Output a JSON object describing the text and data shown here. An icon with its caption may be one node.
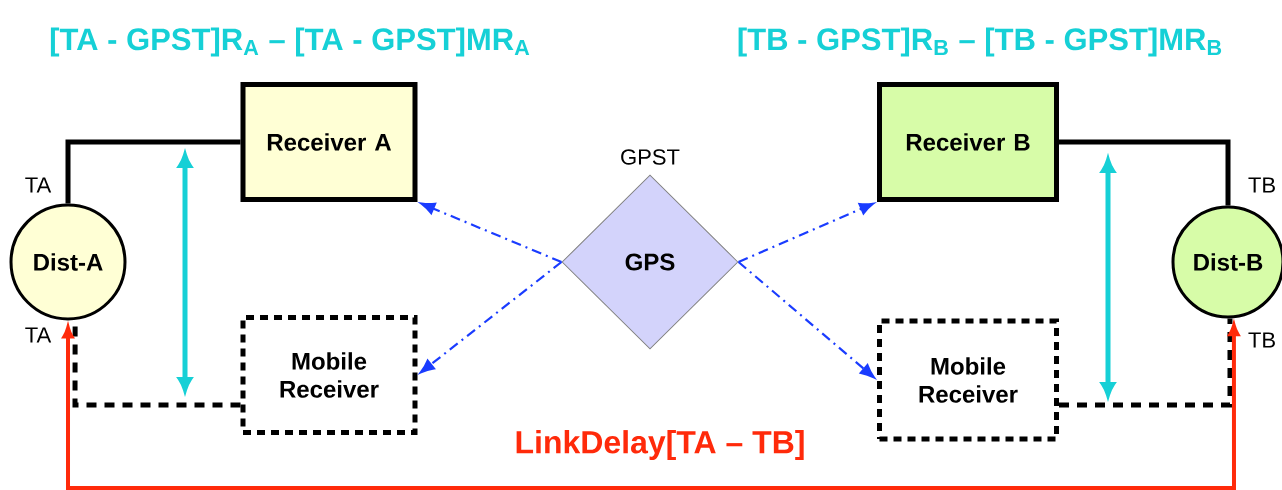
{
  "diagram": {
    "nodes": [
      {
        "text": [
          "Receiver A"
        ]
      },
      {
        "text": [
          "Receiver B"
        ]
      },
      {
        "text": [
          "GPS"
        ],
        "beside": [
          "GPST"
        ]
      },
      {
        "text": [
          "Dist-A"
        ],
        "beside": [
          "TA",
          "TA"
        ]
      },
      {
        "text": [
          "Dist-B"
        ],
        "beside": [
          "TB",
          "TB"
        ]
      },
      {
        "text": [
          "Mobile Receiver"
        ]
      },
      {
        "text": [
          "Mobile Receiver"
        ]
      }
    ],
    "edges": [
      {
        "from": 2,
        "to": 0,
        "arrow": "to",
        "style": "dashed",
        "color": "#1a3cff"
      },
      {
        "from": 2,
        "to": 5,
        "arrow": "to",
        "style": "dashed",
        "color": "#1a3cff"
      },
      {
        "from": 2,
        "to": 1,
        "arrow": "to",
        "style": "dashed",
        "color": "#1a3cff"
      },
      {
        "from": 2,
        "to": 6,
        "arrow": "to",
        "style": "dashed",
        "color": "#1a3cff"
      },
      {
        "from": 0,
        "to": 3,
        "arrow": "none",
        "color": "#000000"
      },
      {
        "from": 5,
        "to": 3,
        "arrow": "none",
        "style": "dashed",
        "color": "#000000"
      },
      {
        "from": 1,
        "to": 4,
        "arrow": "none",
        "color": "#000000"
      },
      {
        "from": 6,
        "to": 4,
        "arrow": "none",
        "style": "dashed",
        "color": "#000000"
      },
      {
        "from": 3,
        "to": 4,
        "arrow": "both",
        "color": "#ff2a0a",
        "label": "LinkDelay[TA – TB]"
      }
    ],
    "labels": [
      "[TA - GPST]R$_{A}$ – [TA - GPST]MR$_{A}$",
      "[TB - GPST]R$_{B}$ – [TB - GPST]MR$_{B}$"
    ]
  }
}
